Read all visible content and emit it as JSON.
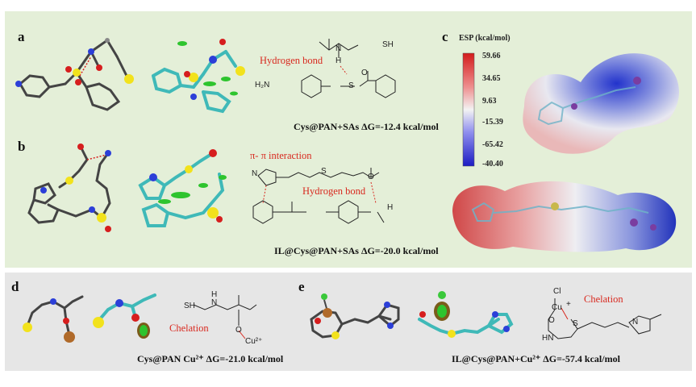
{
  "panels": {
    "a": {
      "letter": "a",
      "label": "Hydrogen bond",
      "caption": "Cys@PAN+SAs ΔG=-12.4 kcal/mol",
      "chem": {
        "sh": "SH",
        "n": "N",
        "h": "H",
        "h2n": "H₂N",
        "s": "S",
        "o": "O"
      }
    },
    "b": {
      "letter": "b",
      "label_pi": "π- π interaction",
      "label_hb": "Hydrogen bond",
      "caption": "IL@Cys@PAN+SAs ΔG=-20.0 kcal/mol",
      "chem": {
        "n": "N",
        "s": "S",
        "o": "O",
        "h": "H"
      }
    },
    "c": {
      "letter": "c",
      "esp_title": "ESP (kcal/mol)",
      "esp_ticks": [
        "59.66",
        "34.65",
        "9.63",
        "-15.39",
        "-65.42",
        "-40.40"
      ]
    },
    "d": {
      "letter": "d",
      "label": "Chelation",
      "caption": "Cys@PAN Cu²⁺ ΔG=-21.0 kcal/mol",
      "chem": {
        "sh": "SH",
        "h": "H",
        "n": "N",
        "o": "O",
        "cu": "Cu²⁺"
      }
    },
    "e": {
      "letter": "e",
      "label": "Chelation",
      "caption": "IL@Cys@PAN+Cu²⁺ ΔG=-57.4 kcal/mol",
      "chem": {
        "cl": "Cl",
        "cu": "Cu",
        "plus": "+",
        "o": "O",
        "s": "S",
        "n": "N",
        "hn": "HN"
      }
    }
  },
  "colors": {
    "top_bg": "#e4efd8",
    "bottom_bg": "#e6e6e6",
    "accent_red": "#d8281e",
    "carbon_ball": "#3fb9b8",
    "sulfur": "#f2e21c",
    "nitrogen": "#2c3fd8",
    "oxygen": "#d61e1e",
    "copper": "#b06a2a",
    "chlorine": "#3ac83a"
  }
}
